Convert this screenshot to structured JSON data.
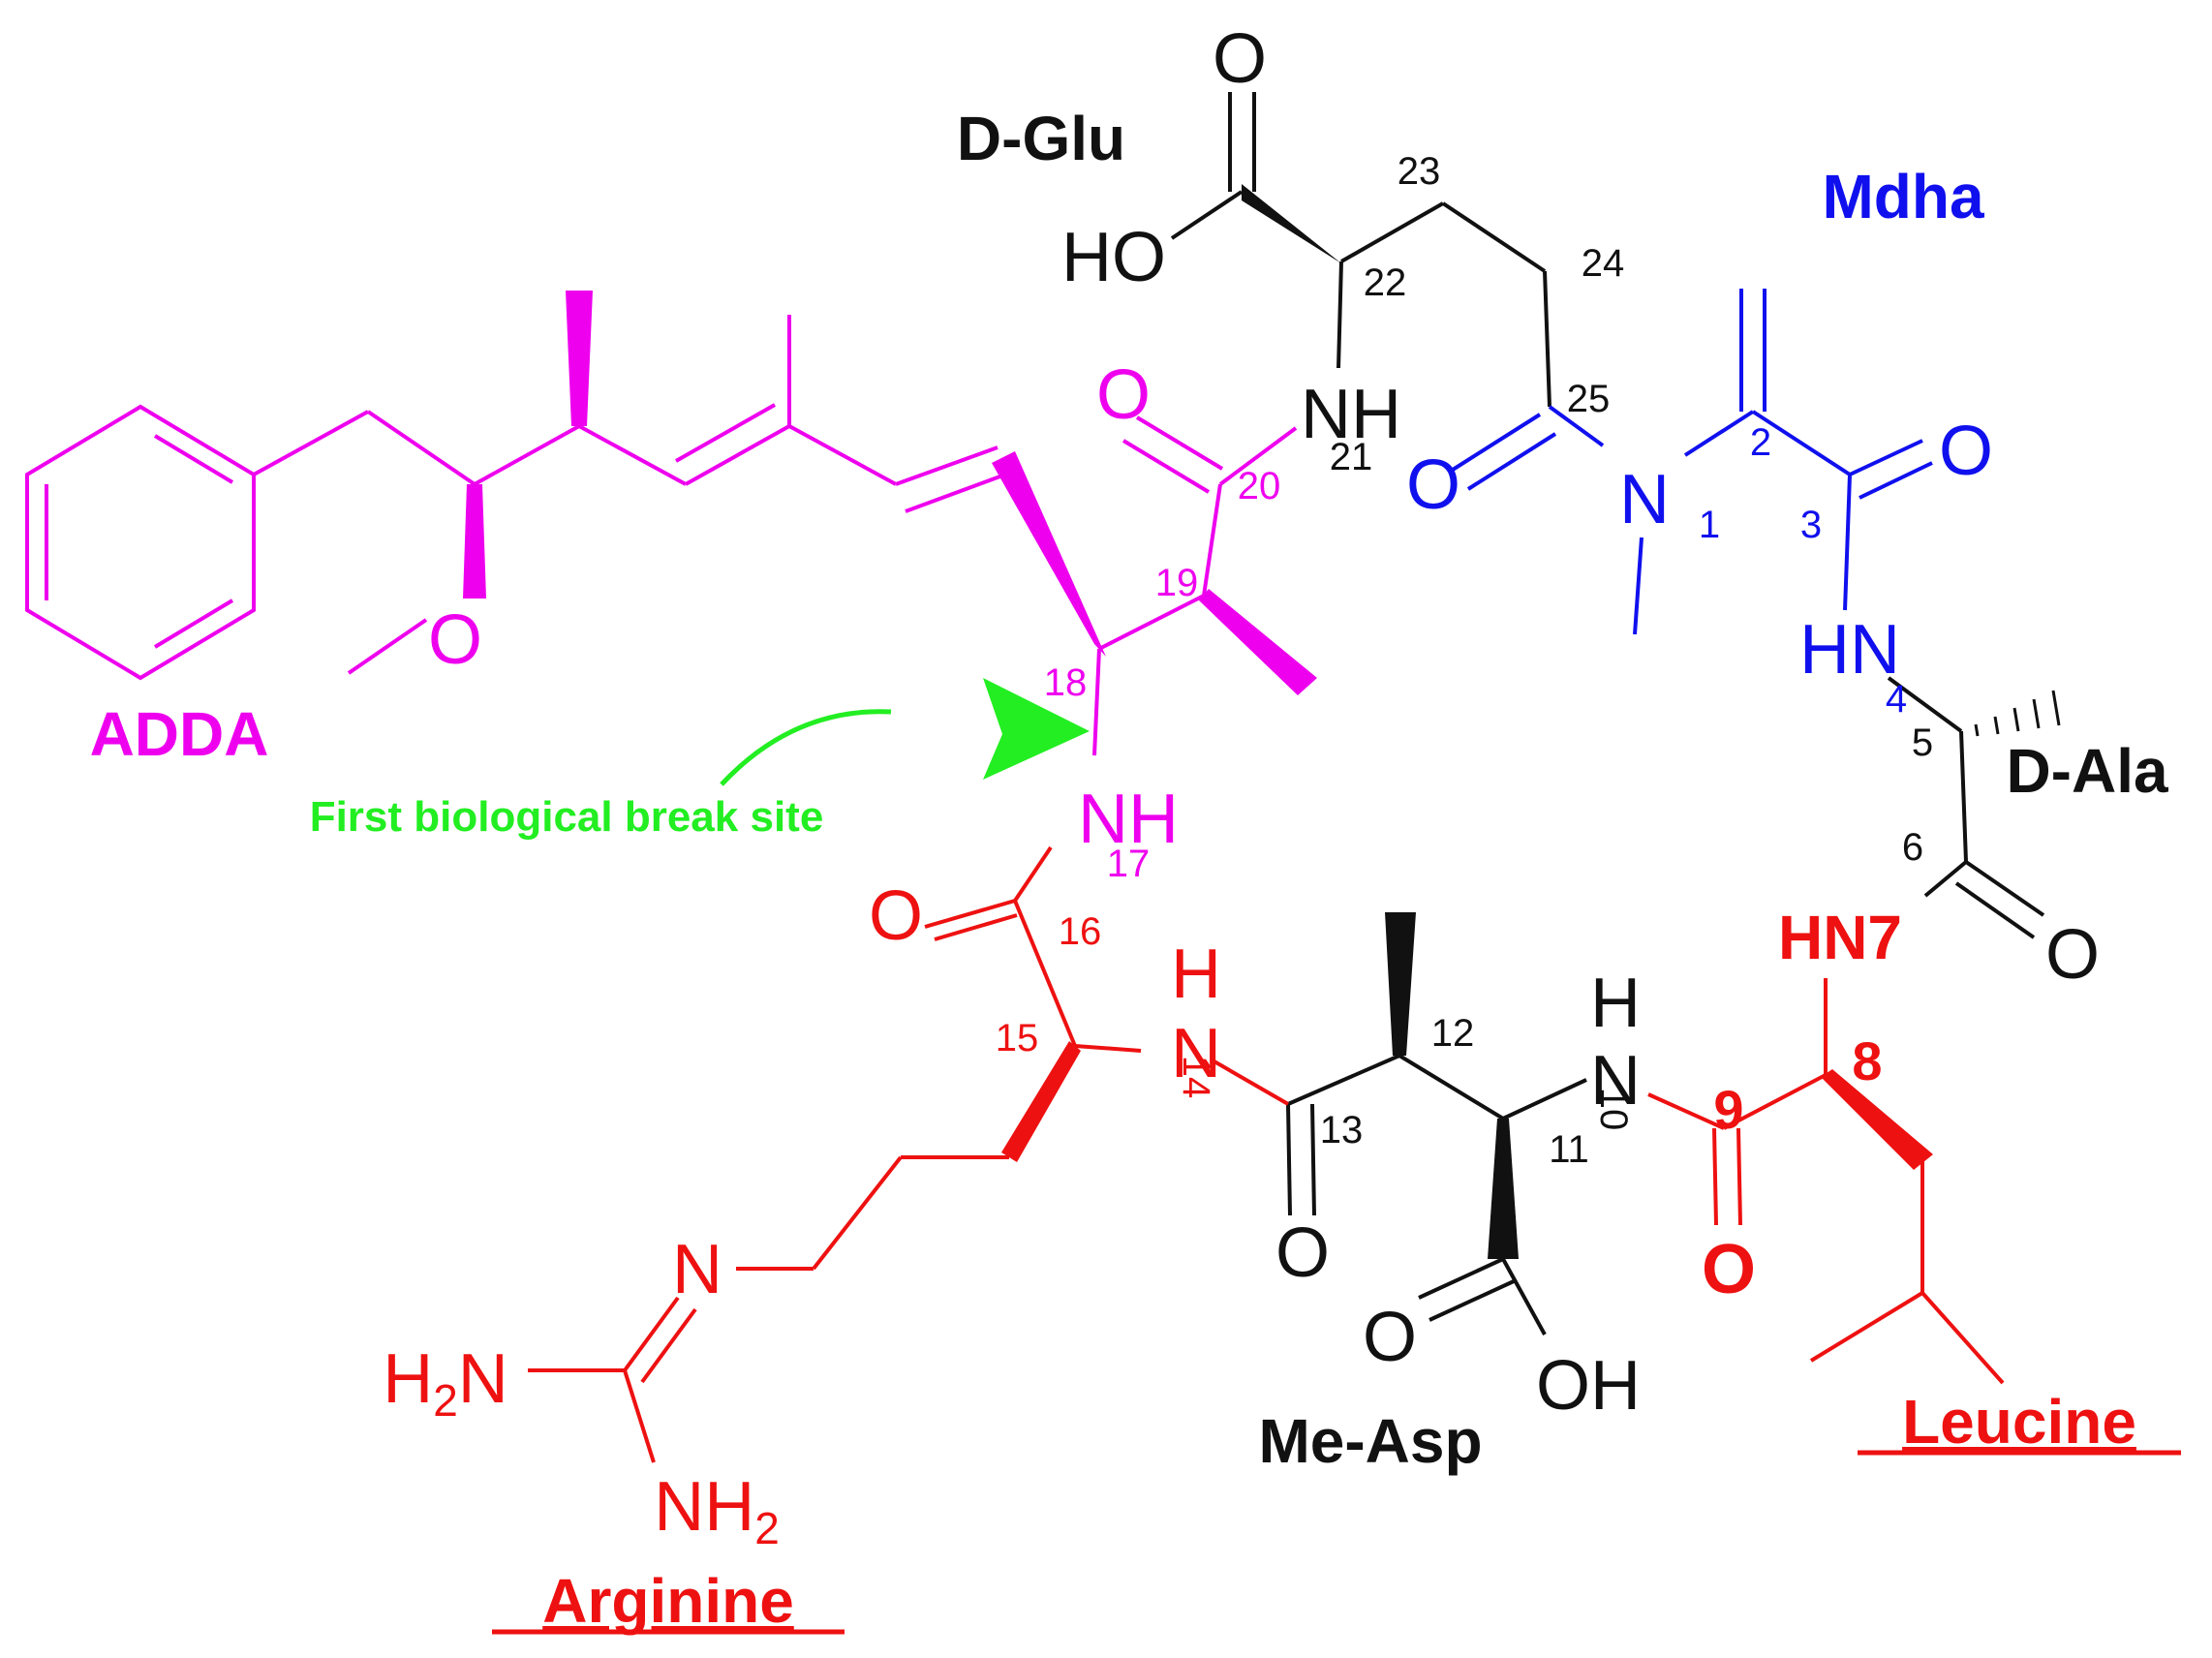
{
  "colors": {
    "mdha": "#1010ee",
    "adda": "#ee00ee",
    "red": "#ee1111",
    "black": "#111111",
    "break_site": "#22ee22"
  },
  "residues": {
    "d_glu": "D-Glu",
    "mdha": "Mdha",
    "adda": "ADDA",
    "d_ala": "D-Ala",
    "me_asp": "Me-Asp",
    "leucine": "Leucine",
    "arginine": "Arginine"
  },
  "annotation": {
    "break_site": "First biological break site"
  },
  "atoms": {
    "o_glu_top": "O",
    "ho_glu": "HO",
    "nh_21": "NH",
    "o_adda_20": "O",
    "o_mdha_25": "O",
    "n_mdha_1": "N",
    "o_mdha_3": "O",
    "hn_4": "HN",
    "o_adda_ome": "O",
    "nh_17": "NH",
    "o_16": "O",
    "hn_7": "HN7",
    "o_dala_6": "O",
    "h_14": "H",
    "n_14": "N",
    "h_10": "H",
    "n_10": "N",
    "o_13": "O",
    "o_9": "O",
    "o_asp": "O",
    "oh_asp": "OH",
    "n_arg": "N",
    "h2n_h": "H",
    "h2n_2": "2",
    "h2n_n": "N",
    "nh2_nh": "NH",
    "nh2_2": "2"
  },
  "numbers": {
    "n1": "1",
    "n2": "2",
    "n3": "3",
    "n4": "4",
    "n5": "5",
    "n6": "6",
    "n8": "8",
    "n9": "9",
    "n10": "10",
    "n11": "11",
    "n12": "12",
    "n13": "13",
    "n14": "14",
    "n15": "15",
    "n16": "16",
    "n17": "17",
    "n18": "18",
    "n19": "19",
    "n20": "20",
    "n21": "21",
    "n22": "22",
    "n23": "23",
    "n24": "24",
    "n25": "25"
  }
}
